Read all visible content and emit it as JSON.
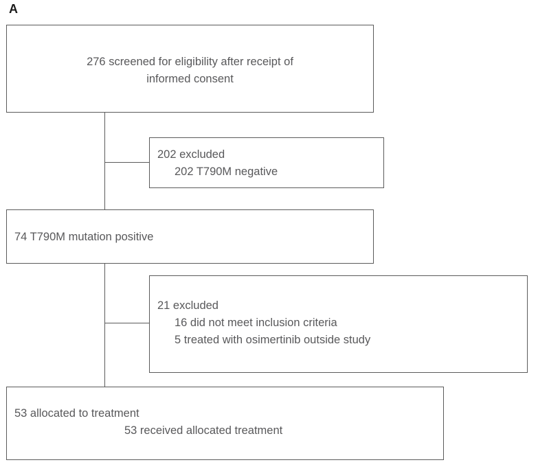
{
  "figure": {
    "panel_label": "A",
    "type": "CONSORT participant flow diagram",
    "line_color": "#5a5a5a",
    "text_color": "#58585a",
    "background": "#ffffff"
  },
  "nodes": {
    "screened": {
      "line1": "276 screened for eligibility after receipt of",
      "line2": "informed consent"
    },
    "excluded_screening": {
      "line1": "202 excluded",
      "line2": "202 T790M negative"
    },
    "mutation_positive": {
      "line1": "74 T790M mutation positive"
    },
    "excluded_eligible": {
      "line1": "21 excluded",
      "line2": "16 did not meet inclusion criteria",
      "line3": "5 treated with osimertinib outside study"
    },
    "allocated": {
      "line1": "53 allocated to treatment",
      "line2": "53 received allocated treatment"
    }
  },
  "flow_data": {
    "screened_total": 276,
    "excluded_t790m_negative": 202,
    "t790m_positive": 74,
    "excluded_other_total": 21,
    "excluded_not_meeting_inclusion": 16,
    "excluded_treated_outside_study": 5,
    "allocated_to_treatment": 53,
    "received_allocated_treatment": 53
  }
}
